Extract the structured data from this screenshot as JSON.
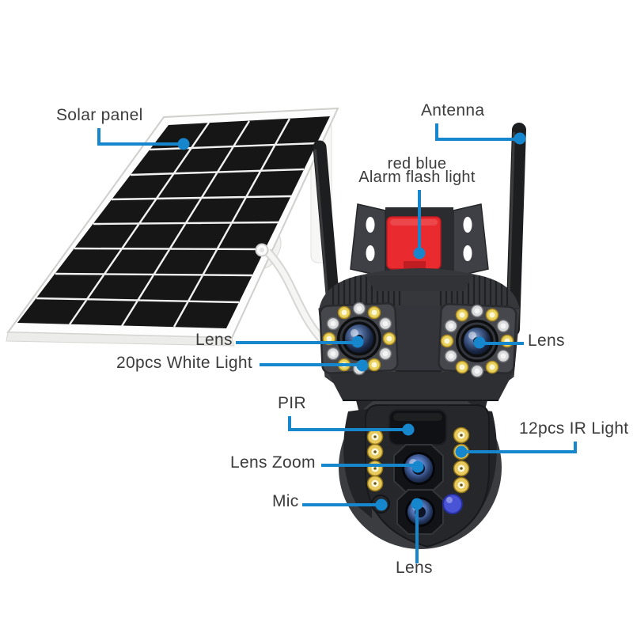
{
  "colors": {
    "callout_blue": "#1787cd",
    "label_text": "#3c3c3c",
    "alarm_red": "#e92a2e",
    "background": "#ffffff"
  },
  "callouts": {
    "solar_panel": {
      "label": "Solar panel"
    },
    "antenna": {
      "label": "Antenna"
    },
    "alarm_flash_light": {
      "line1": "red blue",
      "line2": "Alarm flash light"
    },
    "lens_left": {
      "label": "Lens"
    },
    "white_light": {
      "label": "20pcs White Light"
    },
    "lens_right": {
      "label": "Lens"
    },
    "pir": {
      "label": "PIR"
    },
    "ir_light": {
      "label": "12pcs IR Light"
    },
    "lens_zoom": {
      "label": "Lens Zoom"
    },
    "mic": {
      "label": "Mic"
    },
    "lens_bottom": {
      "label": "Lens"
    }
  }
}
